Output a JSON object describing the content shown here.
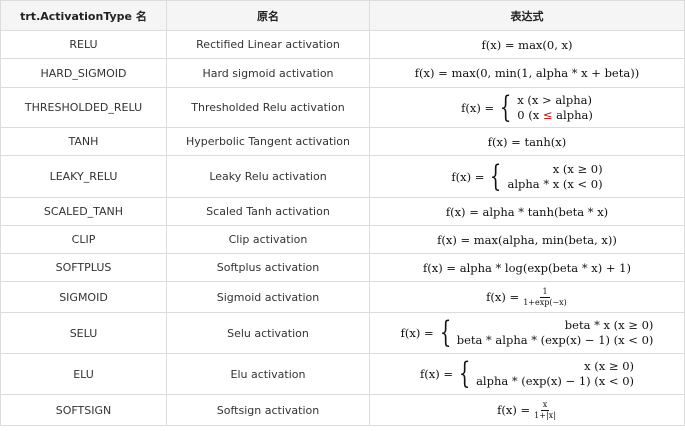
{
  "headers": {
    "col1": "trt.ActivationType 名",
    "col2": "原名",
    "col3": "表达式"
  },
  "rows": [
    {
      "type": "RELU",
      "name": "Rectified Linear activation",
      "formula": "f(x) = max(0, x)"
    },
    {
      "type": "HARD_SIGMOID",
      "name": "Hard sigmoid activation",
      "formula": "f(x) = max(0, min(1, alpha * x + beta))"
    },
    {
      "type": "THRESHOLDED_RELU",
      "name": "Thresholded Relu activation",
      "formula_lhs": "f(x) =",
      "case1": "x  (x > alpha)",
      "case2_a": "0  (x ",
      "case2_b": "≤",
      "case2_c": " alpha)"
    },
    {
      "type": "TANH",
      "name": "Hyperbolic Tangent activation",
      "formula": "f(x) = tanh(x)"
    },
    {
      "type": "LEAKY_RELU",
      "name": "Leaky Relu activation",
      "formula_lhs": "f(x) =",
      "case1": "x  (x ≥ 0)",
      "case2": "alpha * x  (x < 0)"
    },
    {
      "type": "SCALED_TANH",
      "name": "Scaled Tanh activation",
      "formula": "f(x) = alpha * tanh(beta * x)"
    },
    {
      "type": "CLIP",
      "name": "Clip activation",
      "formula": "f(x) = max(alpha, min(beta, x))"
    },
    {
      "type": "SOFTPLUS",
      "name": "Softplus activation",
      "formula": "f(x) = alpha * log(exp(beta * x) + 1)"
    },
    {
      "type": "SIGMOID",
      "name": "Sigmoid activation",
      "formula_lhs": "f(x) =",
      "num": "1",
      "den": "1+exp(−x)"
    },
    {
      "type": "SELU",
      "name": "Selu activation",
      "formula_lhs": "f(x) =",
      "case1": "beta * x  (x ≥ 0)",
      "case2": "beta * alpha * (exp(x) − 1)  (x < 0)"
    },
    {
      "type": "ELU",
      "name": "Elu activation",
      "formula_lhs": "f(x) =",
      "case1": "x  (x ≥ 0)",
      "case2": "alpha * (exp(x) − 1)  (x < 0)"
    },
    {
      "type": "SOFTSIGN",
      "name": "Softsign activation",
      "formula_lhs": "f(x) =",
      "num": "x",
      "den": "1+|x|"
    }
  ]
}
